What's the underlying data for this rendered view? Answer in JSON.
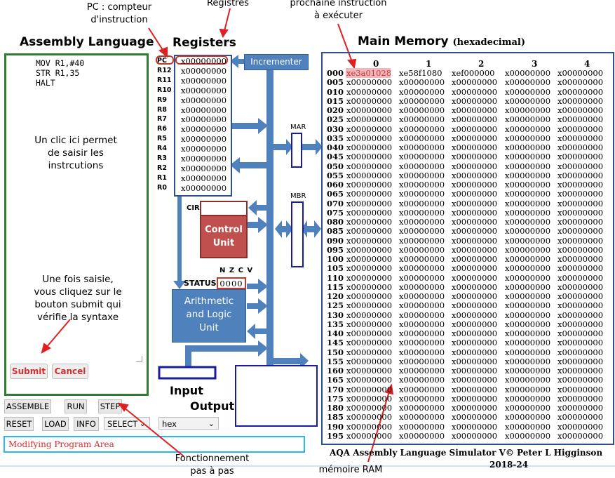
{
  "annotations": {
    "pc_note": [
      "PC : compteur",
      "d'instruction"
    ],
    "registers_note": "Registres",
    "next_instr_note": [
      "prochaine instruction",
      "à exécuter"
    ],
    "click_note": [
      "Un clic ici permet",
      "de saisir les",
      "instrcutions"
    ],
    "submit_note": [
      "Une fois saisie,",
      "vous cliquez sur le",
      "bouton submit qui",
      "vérifie la syntaxe"
    ],
    "step_note": [
      "Fonctionnement",
      "pas à pas"
    ],
    "ram_note": "mémoire RAM"
  },
  "headings": {
    "assembly": "Assembly Language",
    "registers": "Registers",
    "memory": "Main Memory",
    "memory_sub": "(hexadecimal)"
  },
  "editor": {
    "code": "MOV R1,#40\nSTR R1,35\nHALT",
    "submit": "Submit",
    "cancel": "Cancel"
  },
  "registers": [
    {
      "name": "PC",
      "value": "x00000000"
    },
    {
      "name": "R12",
      "value": "x00000000"
    },
    {
      "name": "R11",
      "value": "x00000000"
    },
    {
      "name": "R10",
      "value": "x00000000"
    },
    {
      "name": "R9",
      "value": "x00000000"
    },
    {
      "name": "R8",
      "value": "x00000000"
    },
    {
      "name": "R7",
      "value": "x00000000"
    },
    {
      "name": "R6",
      "value": "x00000000"
    },
    {
      "name": "R5",
      "value": "x00000000"
    },
    {
      "name": "R4",
      "value": "x00000000"
    },
    {
      "name": "R3",
      "value": "x00000000"
    },
    {
      "name": "R2",
      "value": "x00000000"
    },
    {
      "name": "R1",
      "value": "x00000000"
    },
    {
      "name": "R0",
      "value": "x00000000"
    }
  ],
  "cpu": {
    "incrementer": "Incrementer",
    "mar": "MAR",
    "mbr": "MBR",
    "cir": "CIR",
    "control_unit": [
      "Control",
      "Unit"
    ],
    "status_label": "STATUS",
    "status_flags": "N Z C V",
    "status_value": "0000",
    "alu": [
      "Arithmetic",
      "and Logic",
      "Unit"
    ],
    "input": "Input",
    "output": "Output"
  },
  "controls": {
    "assemble": "ASSEMBLE",
    "run": "RUN",
    "step": "STEP",
    "reset": "RESET",
    "load": "LOAD",
    "info": "INFO",
    "select": "SELECT",
    "format": "hex",
    "message": "Modifying Program Area"
  },
  "memory": {
    "columns": [
      "0",
      "1",
      "2",
      "3",
      "4"
    ],
    "rows": [
      "000",
      "005",
      "010",
      "015",
      "020",
      "025",
      "030",
      "035",
      "040",
      "045",
      "050",
      "055",
      "060",
      "065",
      "070",
      "075",
      "080",
      "085",
      "090",
      "095",
      "100",
      "105",
      "110",
      "115",
      "120",
      "125",
      "130",
      "135",
      "140",
      "145",
      "150",
      "155",
      "160",
      "165",
      "170",
      "175",
      "180",
      "185",
      "190",
      "195"
    ],
    "first_row": [
      "xe3a01028",
      "xe58f1080",
      "xef000000",
      "x00000000",
      "x00000000"
    ],
    "default_value": "x00000000",
    "highlight_color": "#f4b6be"
  },
  "footer": {
    "credit": "AQA Assembly Language Simulator V© Peter L Higginson",
    "year": "2018-24"
  },
  "colors": {
    "accent_blue": "#4f81bd",
    "control_red": "#c0504d",
    "annotation_arrow": "#e02020",
    "editor_border": "#2e7d32",
    "message_border": "#29b6f6"
  }
}
